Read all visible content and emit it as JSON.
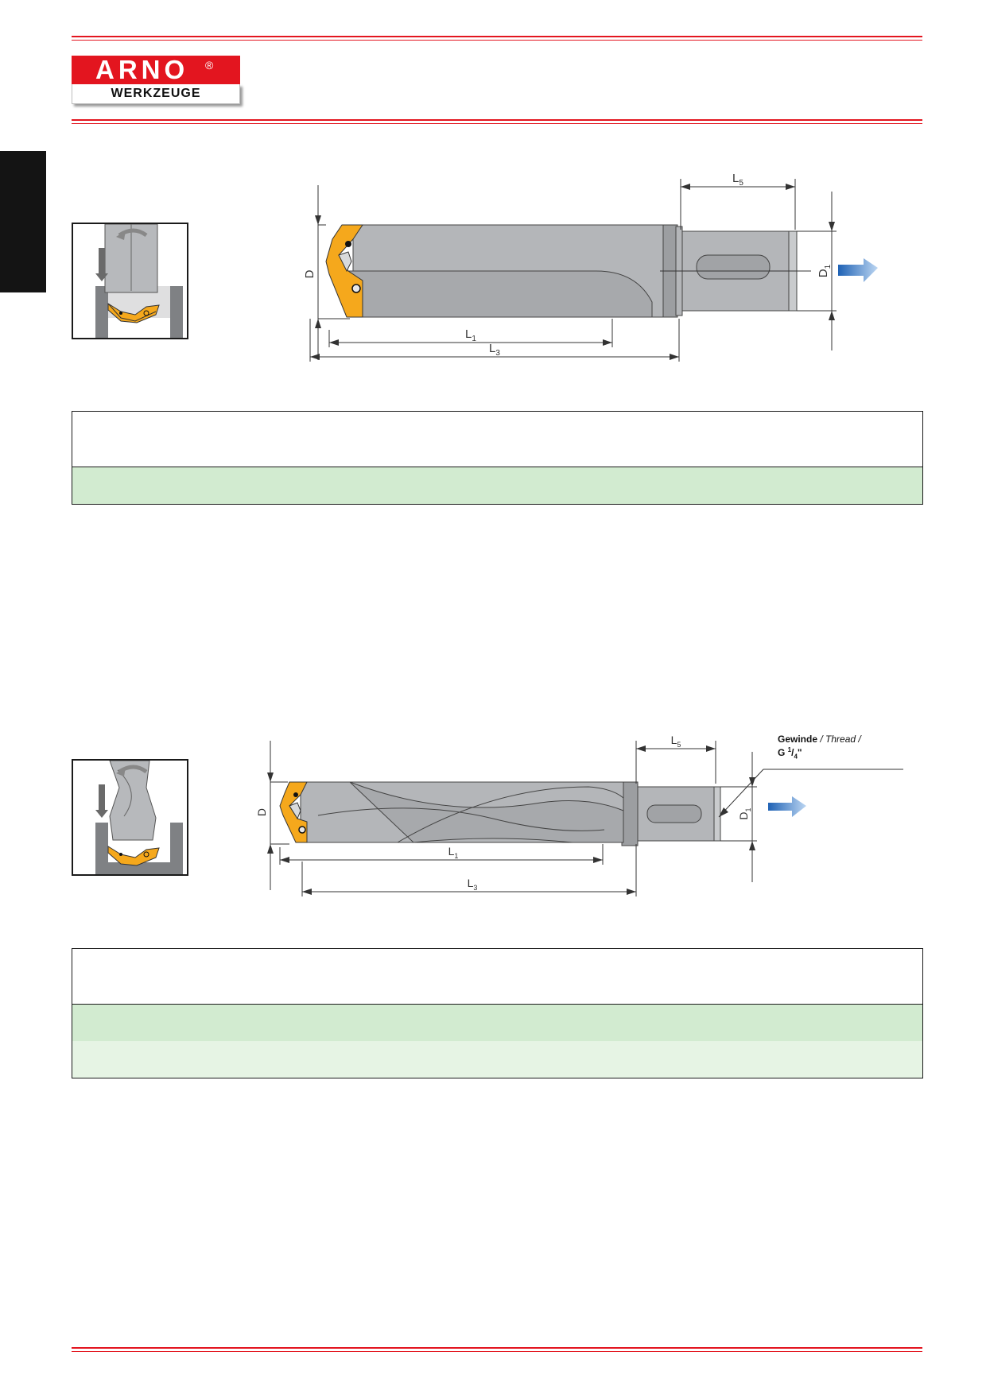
{
  "brand": {
    "name": "ARNO",
    "registered": "®",
    "subtitle": "WERKZEUGE",
    "color": "#e3151f"
  },
  "drawing1": {
    "labels": {
      "D": "D",
      "D1": "D",
      "D1_sub": "1",
      "L1": "L",
      "L1_sub": "1",
      "L3": "L",
      "L3_sub": "3",
      "L5": "L",
      "L5_sub": "5"
    }
  },
  "drawing2": {
    "labels": {
      "D": "D",
      "D1": "D",
      "D1_sub": "1",
      "L1": "L",
      "L1_sub": "1",
      "L3": "L",
      "L3_sub": "3",
      "L5": "L",
      "L5_sub": "5"
    },
    "thread": {
      "de": "Gewinde",
      "sep1": " / ",
      "en": "Thread",
      "sep2": " /",
      "spec_prefix": "G ",
      "spec_num": "1",
      "spec_den": "4",
      "spec_suffix": "\""
    }
  },
  "colors": {
    "insert": "#f5a81c",
    "body": "#b4b6b9",
    "table_green": "#d2ebd0",
    "table_green_light": "#e6f4e4",
    "coolant_arrow": "#2a6fc0"
  }
}
